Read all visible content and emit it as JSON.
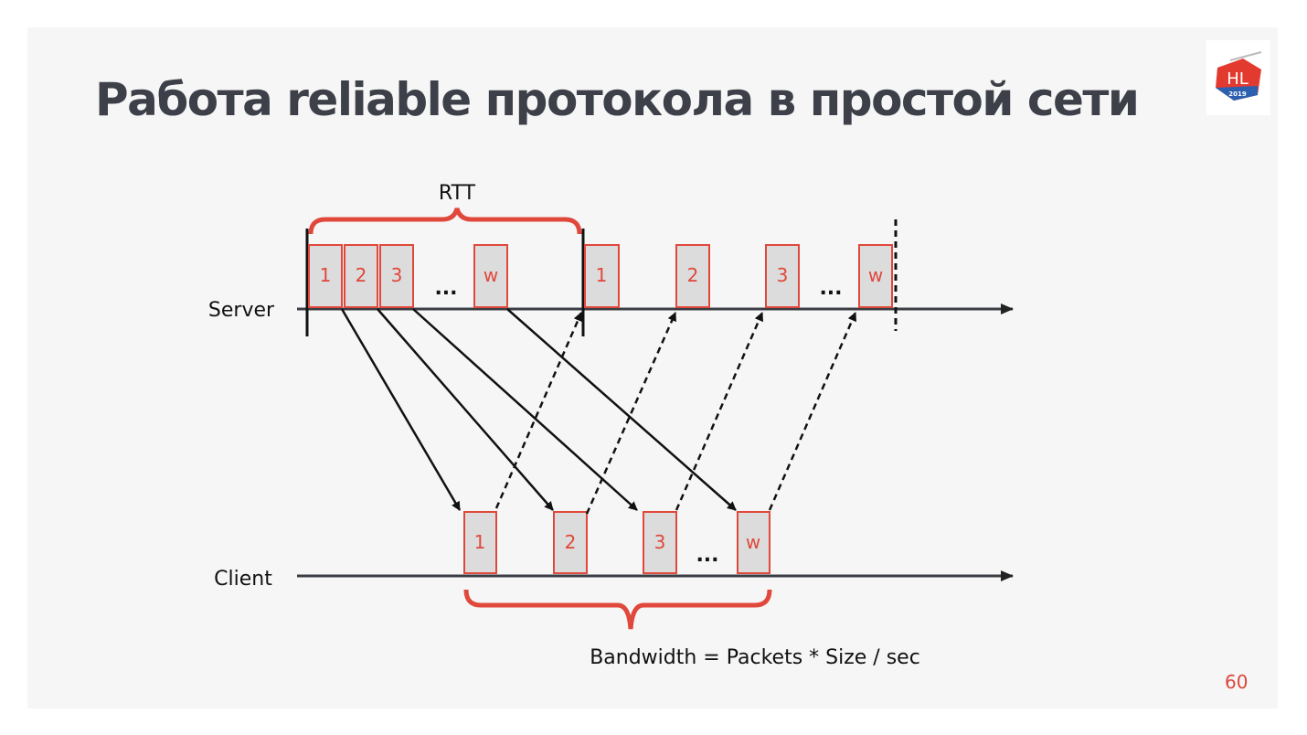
{
  "title": "Работа reliable протокола в простой сети",
  "logo": {
    "text": "HL",
    "year": "2019"
  },
  "page_number": "60",
  "labels": {
    "rtt": "RTT",
    "server": "Server",
    "client": "Client",
    "ellipsis": "...",
    "formula": "Bandwidth = Packets * Size / sec"
  },
  "server_packets_first": [
    "1",
    "2",
    "3",
    "w"
  ],
  "server_packets_second": [
    "1",
    "2",
    "3",
    "w"
  ],
  "client_packets": [
    "1",
    "2",
    "3",
    "w"
  ],
  "colors": {
    "accent": "#e0483c",
    "title": "#3d4049",
    "background": "#f6f6f6"
  }
}
